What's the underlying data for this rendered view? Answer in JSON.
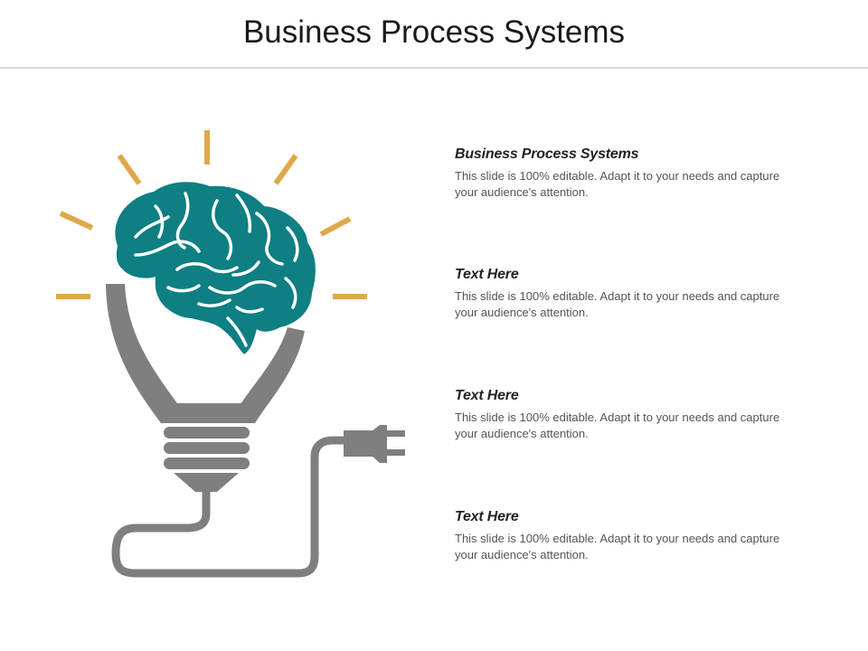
{
  "title": "Business Process Systems",
  "colors": {
    "brain": "#0e7f83",
    "bulb": "#7f7f7f",
    "rays": "#e0a84b",
    "rule": "#d9d9d9"
  },
  "blocks": [
    {
      "heading": "Business Process Systems",
      "body": "This slide is 100% editable. Adapt it to your needs and capture your audience's attention."
    },
    {
      "heading": "Text Here",
      "body": "This slide is 100% editable. Adapt it to your needs and capture your audience's attention."
    },
    {
      "heading": "Text Here",
      "body": "This slide is 100% editable. Adapt it to your needs and capture your audience's attention."
    },
    {
      "heading": "Text Here",
      "body": "This slide is 100% editable. Adapt it to your needs and capture your audience's attention."
    }
  ]
}
